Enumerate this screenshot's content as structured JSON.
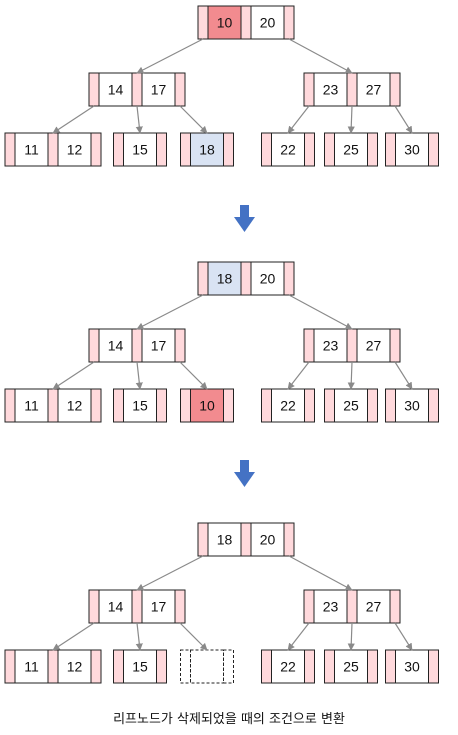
{
  "colors": {
    "pointer": "#ffd9dc",
    "key": "#ffffff",
    "highlight_red": "#f28b8f",
    "highlight_blue": "#d9e3f3",
    "border": "#222222",
    "edge": "#8a8a8a",
    "arrow": "#4472c4"
  },
  "stages": [
    {
      "root": [
        {
          "text": "10",
          "fill": "red"
        },
        {
          "text": "20"
        }
      ],
      "internal_left": [
        {
          "text": "14"
        },
        {
          "text": "17"
        }
      ],
      "internal_right": [
        {
          "text": "23"
        },
        {
          "text": "27"
        }
      ],
      "leaves": [
        [
          {
            "text": "11"
          },
          {
            "text": "12"
          }
        ],
        [
          {
            "text": "15"
          }
        ],
        [
          {
            "text": "18",
            "fill": "blue"
          }
        ],
        [
          {
            "text": "22"
          }
        ],
        [
          {
            "text": "25"
          }
        ],
        [
          {
            "text": "30"
          }
        ]
      ]
    },
    {
      "root": [
        {
          "text": "18",
          "fill": "blue"
        },
        {
          "text": "20"
        }
      ],
      "internal_left": [
        {
          "text": "14"
        },
        {
          "text": "17"
        }
      ],
      "internal_right": [
        {
          "text": "23"
        },
        {
          "text": "27"
        }
      ],
      "leaves": [
        [
          {
            "text": "11"
          },
          {
            "text": "12"
          }
        ],
        [
          {
            "text": "15"
          }
        ],
        [
          {
            "text": "10",
            "fill": "red"
          }
        ],
        [
          {
            "text": "22"
          }
        ],
        [
          {
            "text": "25"
          }
        ],
        [
          {
            "text": "30"
          }
        ]
      ]
    },
    {
      "root": [
        {
          "text": "18"
        },
        {
          "text": "20"
        }
      ],
      "internal_left": [
        {
          "text": "14"
        },
        {
          "text": "17"
        }
      ],
      "internal_right": [
        {
          "text": "23"
        },
        {
          "text": "27"
        }
      ],
      "leaves": [
        [
          {
            "text": "11"
          },
          {
            "text": "12"
          }
        ],
        [
          {
            "text": "15"
          }
        ],
        [
          {
            "text": "",
            "empty": true
          }
        ],
        [
          {
            "text": "22"
          }
        ],
        [
          {
            "text": "25"
          }
        ],
        [
          {
            "text": "30"
          }
        ]
      ]
    }
  ],
  "caption": "리프노드가 삭제되었을 때의 조건으로 변환"
}
